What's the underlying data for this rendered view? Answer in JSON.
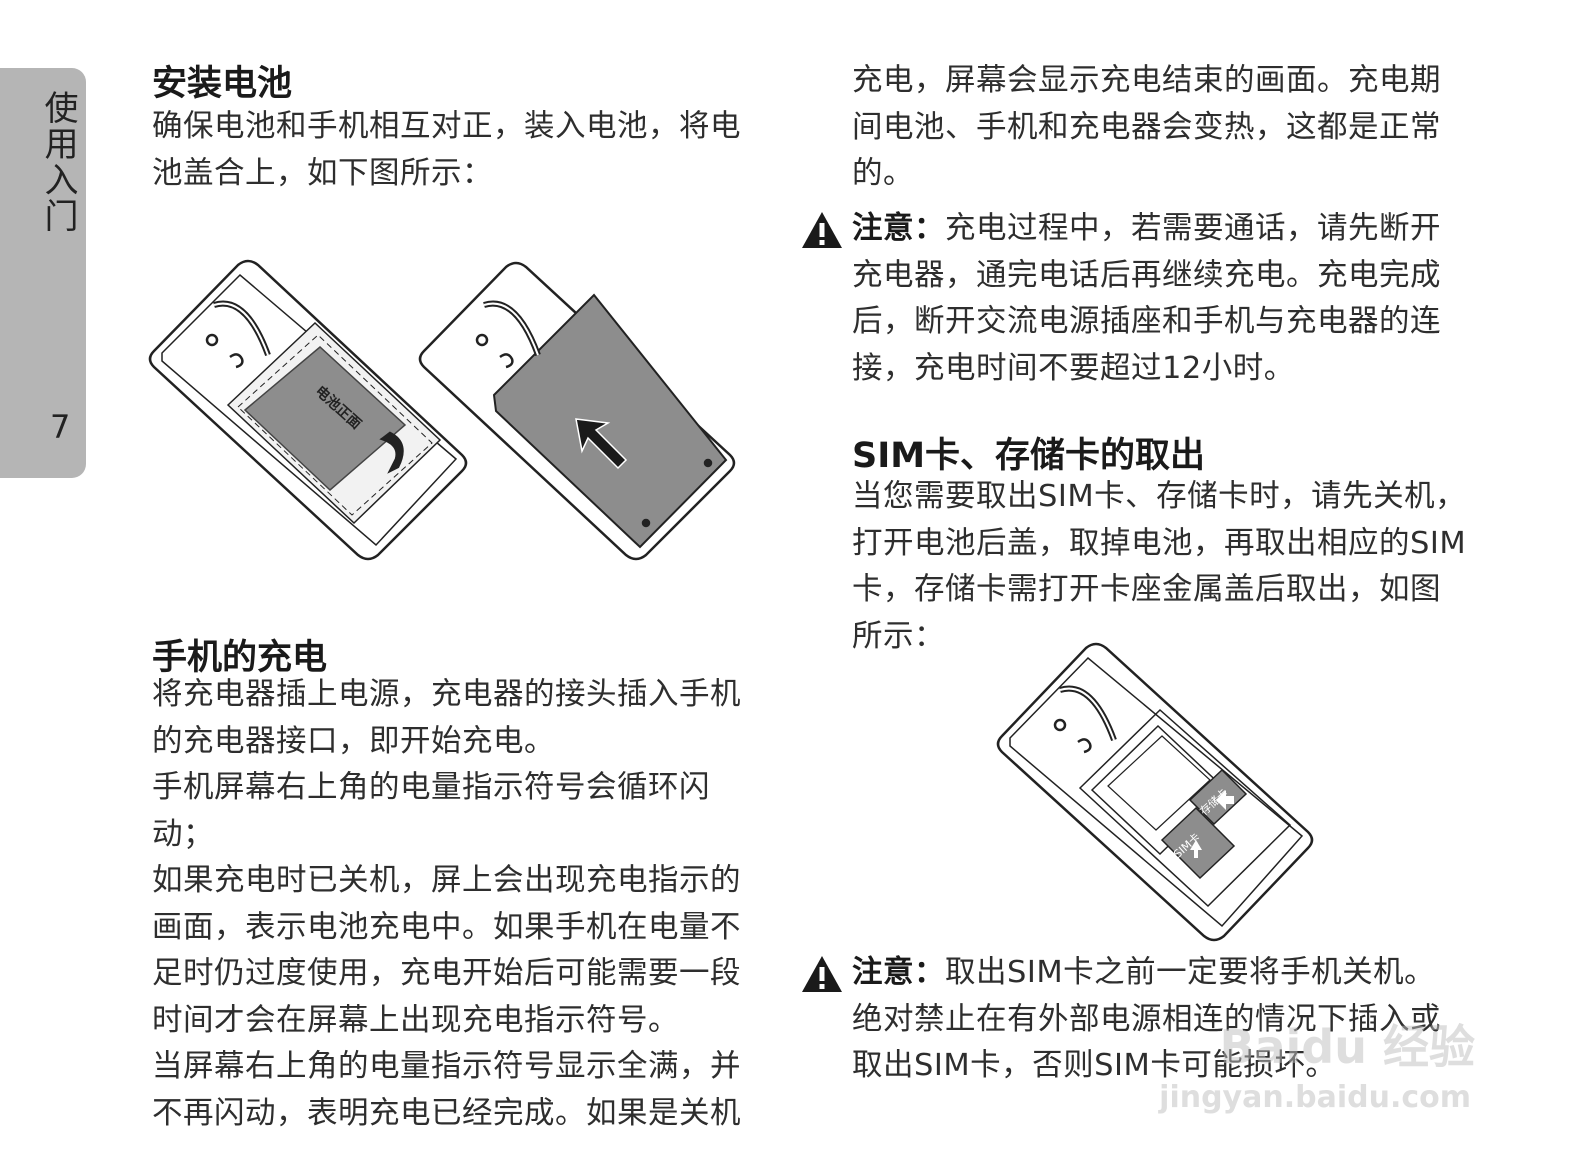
{
  "side_tab": {
    "label": "使用入门",
    "page_number": "7"
  },
  "left": {
    "install": {
      "title": "安装电池",
      "lines": [
        "确保电池和手机相互对正，装入电池，将电",
        "池盖合上，如下图所示："
      ]
    },
    "figure1": {
      "battery_label": "电池正面"
    },
    "charging": {
      "title": "手机的充电",
      "lines": [
        "将充电器插上电源，充电器的接头插入手机",
        "的充电器接口，即开始充电。",
        "手机屏幕右上角的电量指示符号会循环闪动；",
        "如果充电时已关机，屏上会出现充电指示的",
        "画面，表示电池充电中。如果手机在电量不",
        "足时仍过度使用，充电开始后可能需要一段",
        "时间才会在屏幕上出现充电指示符号。",
        "当屏幕右上角的电量指示符号显示全满，并",
        "不再闪动，表明充电已经完成。如果是关机"
      ]
    }
  },
  "right": {
    "cont_lines": [
      "充电，屏幕会显示充电结束的画面。充电期",
      "间电池、手机和充电器会变热，这都是正常",
      "的。"
    ],
    "note1": {
      "label": "注意：",
      "first": "充电过程中，若需要通话，请先断开",
      "lines": [
        "充电器，通完电话后再继续充电。充电完成",
        "后，断开交流电源插座和手机与充电器的连",
        "接，充电时间不要超过12小时。"
      ]
    },
    "sim": {
      "title": "SIM卡、存储卡的取出",
      "lines": [
        "当您需要取出SIM卡、存储卡时，请先关机，",
        "打开电池后盖，取掉电池，再取出相应的SIM",
        "卡，存储卡需打开卡座金属盖后取出，如图",
        "所示："
      ]
    },
    "figure3": {
      "storage_label": "存储卡",
      "sim_label": "SIM卡"
    },
    "note2": {
      "label": "注意：",
      "first": "取出SIM卡之前一定要将手机关机。",
      "lines": [
        "绝对禁止在有外部电源相连的情况下插入或",
        "取出SIM卡，否则SIM卡可能损坏。"
      ]
    }
  },
  "watermark": {
    "line1": "Baidu 经验",
    "line2": "jingyan.baidu.com"
  }
}
